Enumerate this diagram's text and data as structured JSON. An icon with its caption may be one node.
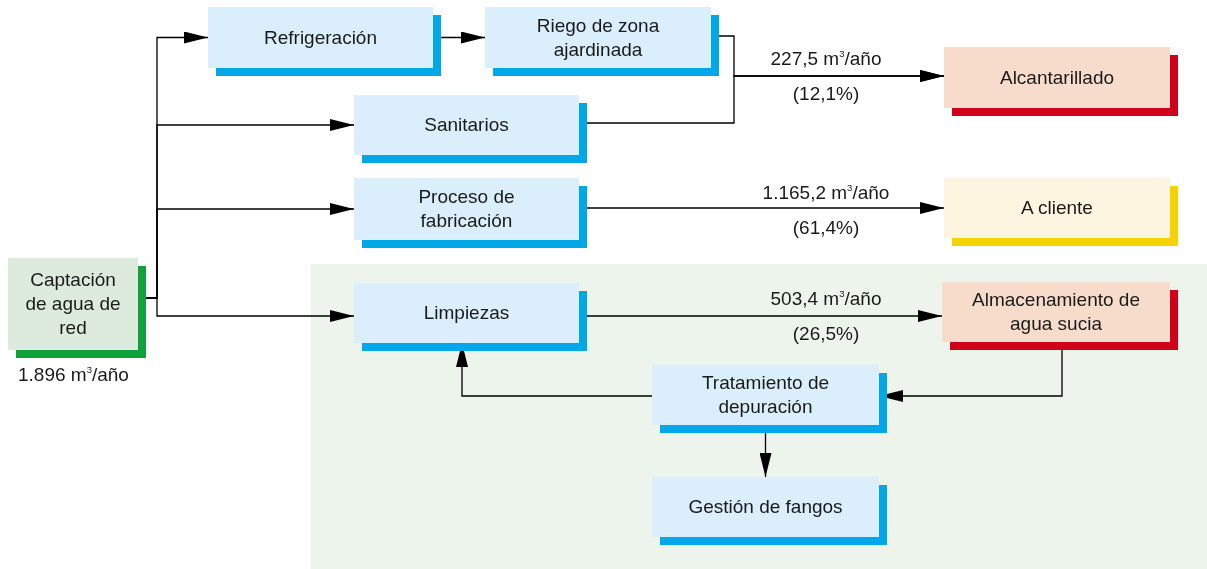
{
  "diagram": {
    "nodes": [
      {
        "text": [
          "Captación de agua de red"
        ],
        "beside": [
          "1.896 m$^{3}$/año"
        ]
      },
      {
        "text": [
          "Refrigeración"
        ]
      },
      {
        "text": [
          "Riego de zona ajardinada"
        ]
      },
      {
        "text": [
          "Sanitarios"
        ]
      },
      {
        "text": [
          "Proceso de fabricación"
        ]
      },
      {
        "text": [
          "Alcantarillado"
        ]
      },
      {
        "text": [
          "A cliente"
        ]
      },
      {
        "text": [],
        "shape": "box"
      },
      {
        "text": [
          "Limpiezas"
        ],
        "in": 7
      },
      {
        "text": [
          "Almacenamiento de agua sucia"
        ],
        "in": 7
      },
      {
        "text": [
          "Tratamiento de depuración"
        ],
        "in": 7
      },
      {
        "text": [
          "Gestión de fangos"
        ],
        "in": 7
      }
    ],
    "edges": [
      {
        "from": 0,
        "to": 1,
        "arrow": "to"
      },
      {
        "from": 0,
        "to": 3,
        "arrow": "to"
      },
      {
        "from": 0,
        "to": 4,
        "arrow": "to"
      },
      {
        "from": 0,
        "to": 8,
        "arrow": "to"
      },
      {
        "from": 1,
        "to": 2,
        "arrow": "to"
      },
      {
        "from": 2,
        "to": 5,
        "arrow": "to",
        "label": "227,5 m$^{3}$/año (12,1%)"
      },
      {
        "from": 3,
        "to": 5,
        "arrow": "to"
      },
      {
        "from": 4,
        "to": 6,
        "arrow": "to",
        "label": "1.165,2 m$^{3}$/año (61,4%)"
      },
      {
        "from": 8,
        "to": 9,
        "arrow": "to",
        "label": "503,4 m$^{3}$/año (26,5%)"
      },
      {
        "from": 9,
        "to": 10,
        "arrow": "to"
      },
      {
        "from": 10,
        "to": 8,
        "arrow": "to"
      },
      {
        "from": 10,
        "to": 11,
        "arrow": "to"
      }
    ]
  }
}
